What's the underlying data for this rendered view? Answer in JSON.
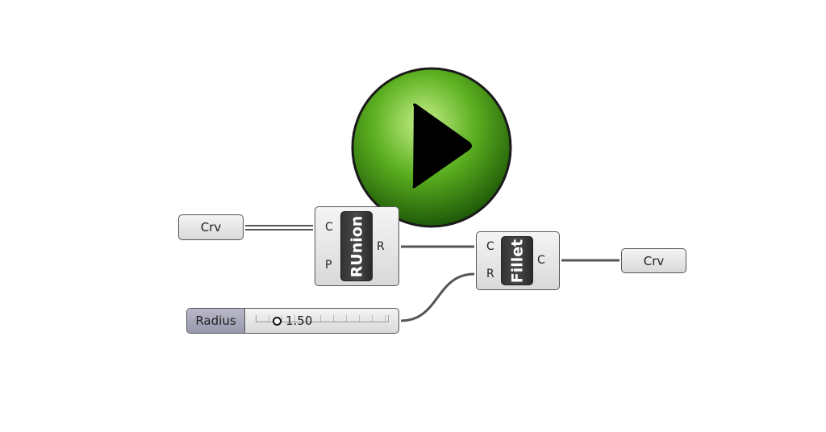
{
  "crv_input": {
    "label": "Crv"
  },
  "runion": {
    "name": "RUnion",
    "inputs": [
      "C",
      "P"
    ],
    "outputs": [
      "R"
    ]
  },
  "fillet": {
    "name": "Fillet",
    "inputs": [
      "C",
      "R"
    ],
    "outputs": [
      "C"
    ]
  },
  "crv_output": {
    "label": "Crv"
  },
  "slider": {
    "name": "Radius",
    "value": "1.50",
    "fraction": 0.1
  },
  "play_button": {
    "icon": "play-icon",
    "color": "#4caf1e"
  }
}
